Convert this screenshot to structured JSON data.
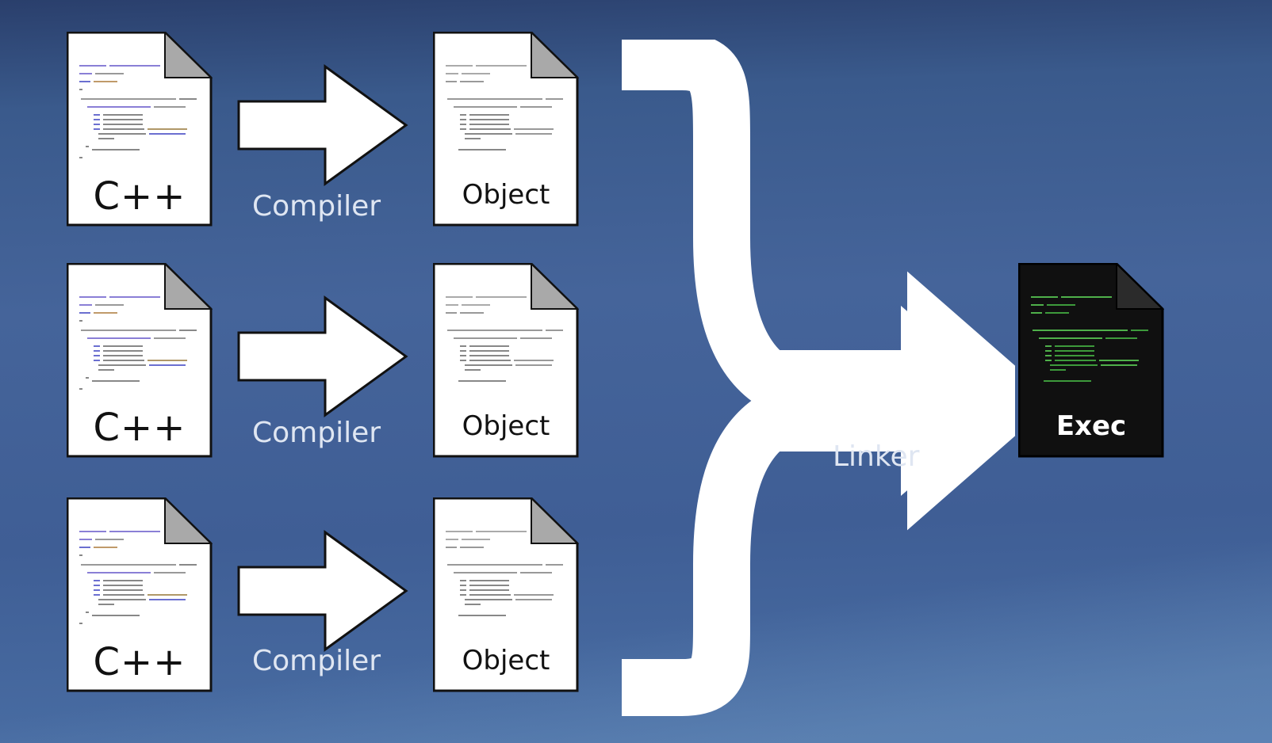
{
  "rows": [
    {
      "source": "C++",
      "tool": "Compiler",
      "output": "Object"
    },
    {
      "source": "C++",
      "tool": "Compiler",
      "output": "Object"
    },
    {
      "source": "C++",
      "tool": "Compiler",
      "output": "Object"
    }
  ],
  "linker_label": "Linker",
  "exec_label": "Exec",
  "colors": {
    "background": "#3f5e95",
    "doc": "#ffffff",
    "doc_fold": "#a9a9a9",
    "exec_doc": "#101010",
    "exec_code": "#4fb04a",
    "arrow": "#ffffff",
    "label": "#dfe6f2"
  }
}
